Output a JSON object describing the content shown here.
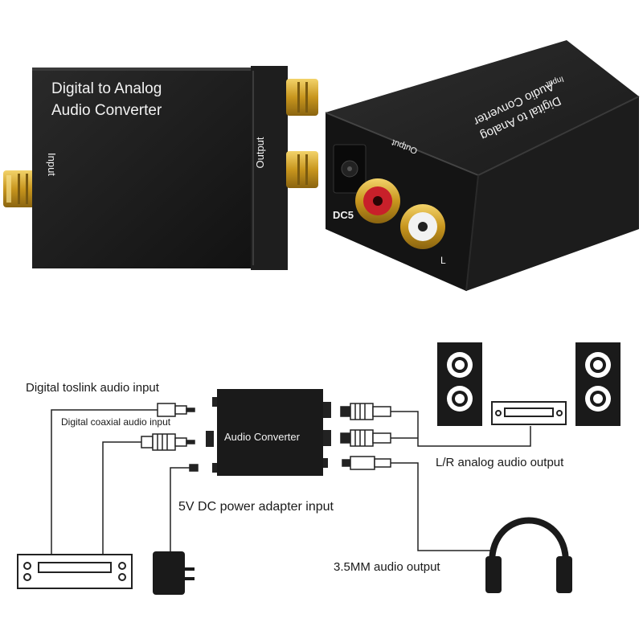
{
  "photo": {
    "front_title_line1": "Digital  to Analog",
    "front_title_line2": "Audio Converter",
    "front_input_label": "Input",
    "front_output_label": "Output",
    "back_title_line1": "Digital  to Analog",
    "back_title_line2": "Audio Converter",
    "back_input_label": "Input",
    "back_output_label": "Output",
    "back_dc_label": "DC5",
    "back_l_label": "L"
  },
  "diagram": {
    "toslink_label": "Digital  toslink audio input",
    "coaxial_label": "Digital  coaxial audio input",
    "device_label": "Audio Converter",
    "power_label": "5V DC power adapter input",
    "analog_output_label": "L/R analog audio output",
    "headphone_output_label": "3.5MM audio output"
  },
  "colors": {
    "device_body": "#1c1c1c",
    "gold": "#d4a52a",
    "rca_red": "#c8202a",
    "line": "#222222"
  }
}
